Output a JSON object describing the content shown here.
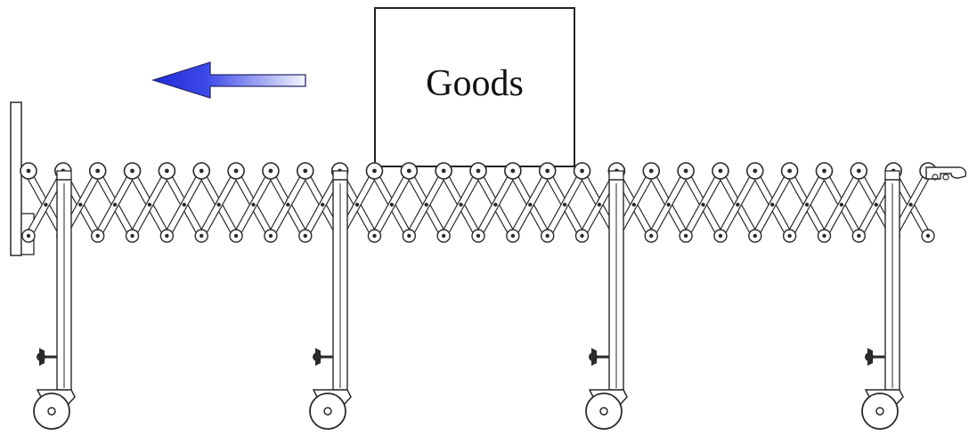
{
  "goods_box": {
    "label": "Goods"
  },
  "direction_arrow": {
    "direction": "left",
    "color_head": "#1f2bd6",
    "color_tail": "#ffffff"
  },
  "conveyor": {
    "roller_count": 27,
    "leg_count": 4,
    "line_color": "#2a2a2a"
  }
}
